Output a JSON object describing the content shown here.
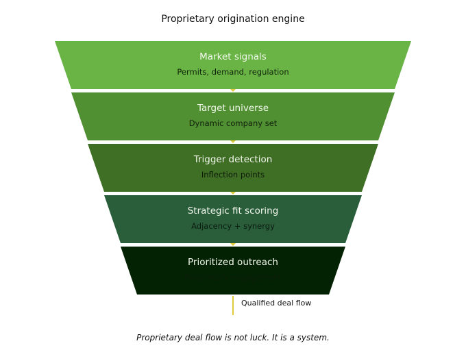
{
  "title": "Proprietary origination engine",
  "stages": [
    {
      "title": "Market signals",
      "subtitle": "Permits, demand, regulation",
      "color": "#6ab446",
      "subtitle_color": "#10240a"
    },
    {
      "title": "Target universe",
      "subtitle": "Dynamic company set",
      "color": "#518f33",
      "subtitle_color": "#0f1f0a"
    },
    {
      "title": "Trigger detection",
      "subtitle": "Inflection points",
      "color": "#3f6f25",
      "subtitle_color": "#0d1a08"
    },
    {
      "title": "Strategic fit scoring",
      "subtitle": "Adjacency + synergy",
      "color": "#2a5e3a",
      "subtitle_color": "#0b1a10"
    },
    {
      "title": "Prioritized outreach",
      "subtitle": "Proprietary engagement",
      "color": "#032203",
      "subtitle_color": "#0a1c0a"
    }
  ],
  "connector_color": "#e0cc3a",
  "output_label": "Qualified deal flow",
  "footer": "Proprietary deal flow is not luck. It is a system."
}
